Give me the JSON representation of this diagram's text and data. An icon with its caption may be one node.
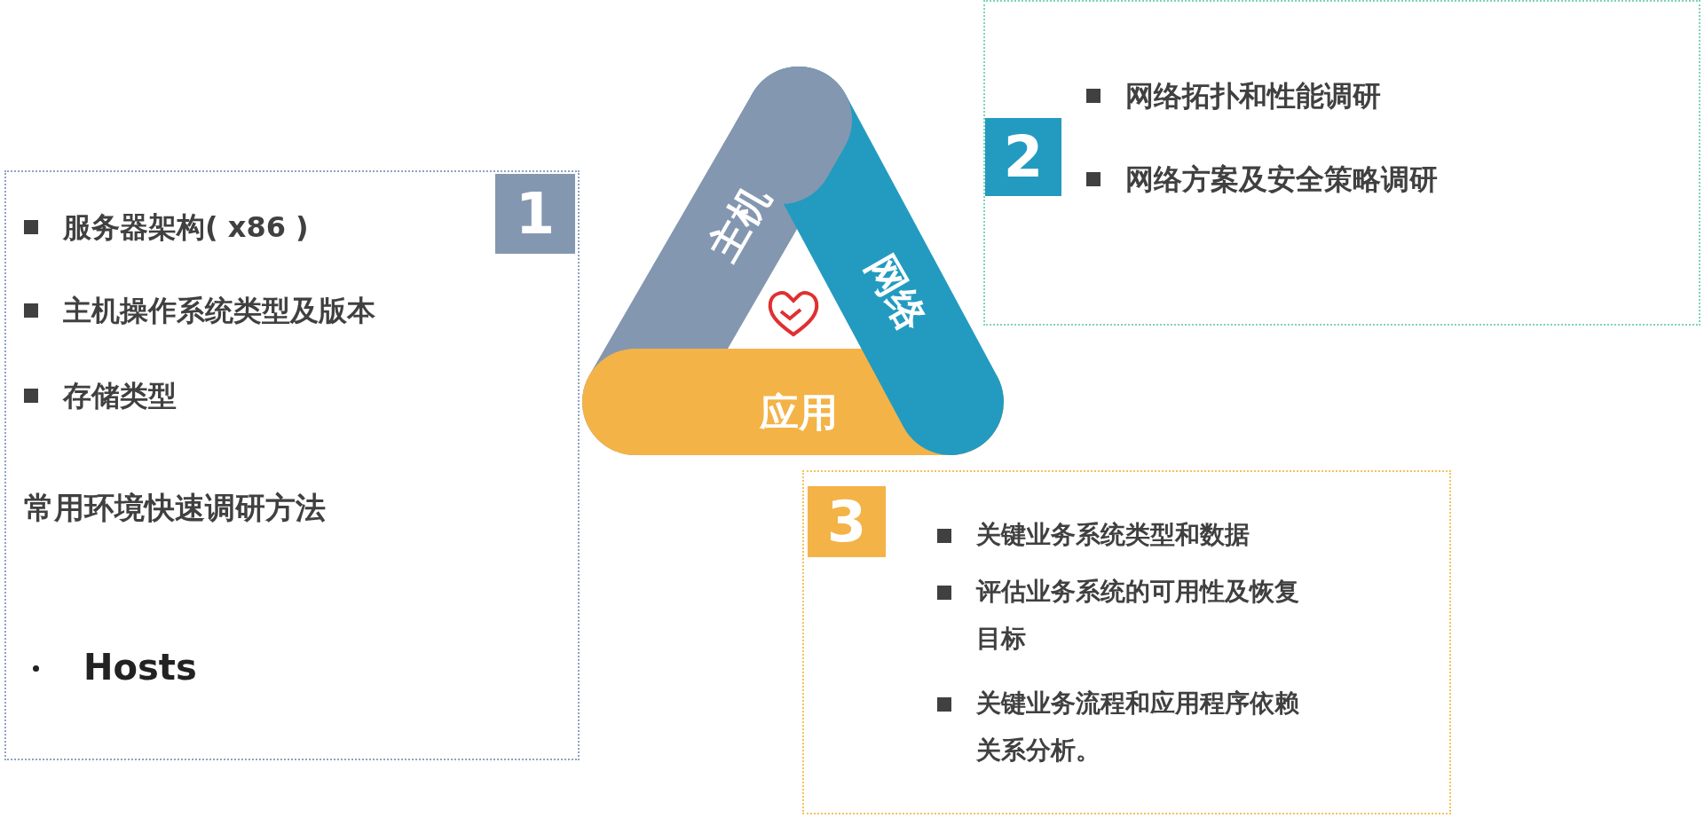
{
  "diagram": {
    "nodes": [
      {
        "text": [
          "服务器架构( x86 )",
          "主机操作系统类型及版本",
          "存储类型",
          "常用环境快速调研方法",
          "Hosts"
        ]
      },
      {
        "text": [
          "1"
        ],
        "in": 0
      },
      {
        "text": [
          "网络拓扑和性能调研",
          "网络方案及安全策略调研"
        ]
      },
      {
        "text": [
          "2"
        ],
        "in": 2
      },
      {
        "text": [
          "关键业务系统类型和数据",
          "评估业务系统的可用性及恢复目标",
          "关键业务流程和应用程序依赖关系分析。"
        ]
      },
      {
        "text": [
          "3"
        ],
        "in": 4
      },
      {
        "text": [
          "主机"
        ]
      },
      {
        "text": [
          "网络"
        ]
      },
      {
        "text": [
          "应用"
        ]
      }
    ],
    "edges": []
  }
}
